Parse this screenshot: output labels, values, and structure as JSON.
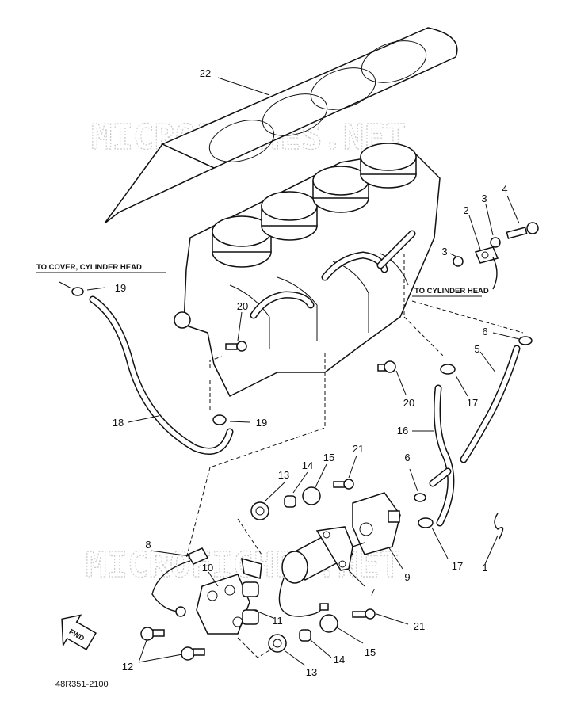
{
  "watermark": "MICROFICHES.NET",
  "notes": {
    "to_cover": "TO COVER, CYLINDER HEAD",
    "to_cylinder_head": "TO CYLINDER HEAD"
  },
  "diagram_code": "48R351-2100",
  "fwd_label": "FWD",
  "callouts": {
    "c22": "22",
    "c19a": "19",
    "c20a": "20",
    "c18": "18",
    "c19b": "19",
    "c20b": "20",
    "c16": "16",
    "c17a": "17",
    "c5": "5",
    "c6a": "6",
    "c2": "2",
    "c3a": "3",
    "c4": "4",
    "c3b": "3",
    "c13a": "13",
    "c14a": "14",
    "c15a": "15",
    "c21a": "21",
    "c6b": "6",
    "c17b": "17",
    "c1": "1",
    "c9": "9",
    "c7": "7",
    "c8": "8",
    "c10": "10",
    "c11": "11",
    "c12": "12",
    "c21b": "21",
    "c15b": "15",
    "c14b": "14",
    "c13b": "13"
  }
}
